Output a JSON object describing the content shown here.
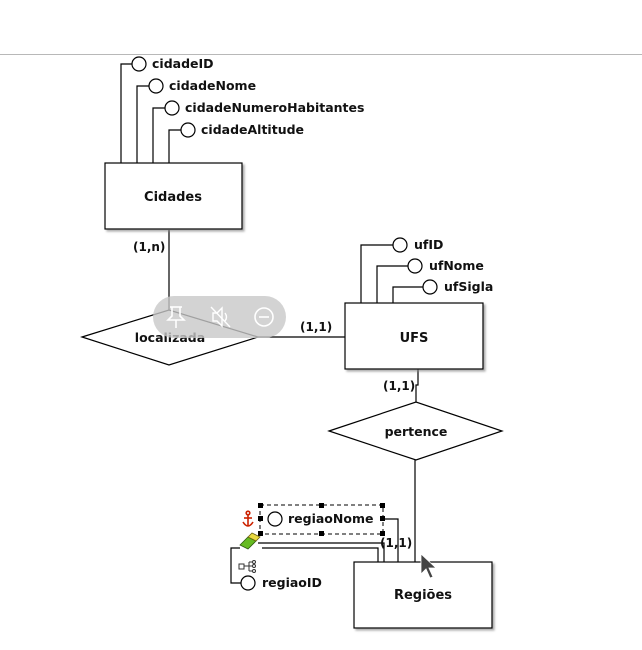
{
  "entities": {
    "cidades": "Cidades",
    "ufs": "UFS",
    "regioes": "Regiões"
  },
  "relationships": {
    "localizada": "localizada",
    "pertence": "pertence"
  },
  "attributes": {
    "cidades": [
      "cidadeID",
      "cidadeNome",
      "cidadeNumeroHabitantes",
      "cidadeAltitude"
    ],
    "ufs": [
      "ufID",
      "ufNome",
      "ufSigla"
    ],
    "regioes": [
      "regiaoNome",
      "regiaoID"
    ]
  },
  "cardinalities": {
    "cidades_localizada": "(1,n)",
    "ufs_localizada": "(1,1)",
    "ufs_pertence": "(1,1)",
    "regioes_pertence": "(1,1)"
  },
  "toolbar": {
    "icons": [
      "pin-icon",
      "mute-icon",
      "minus-circle-icon"
    ]
  },
  "colors": {
    "line": "#000000",
    "anchor": "#cc2200",
    "toolbar_bg": "#c8c8c8",
    "eraser_green": "#66bb22",
    "eraser_yellow": "#e8d840"
  }
}
